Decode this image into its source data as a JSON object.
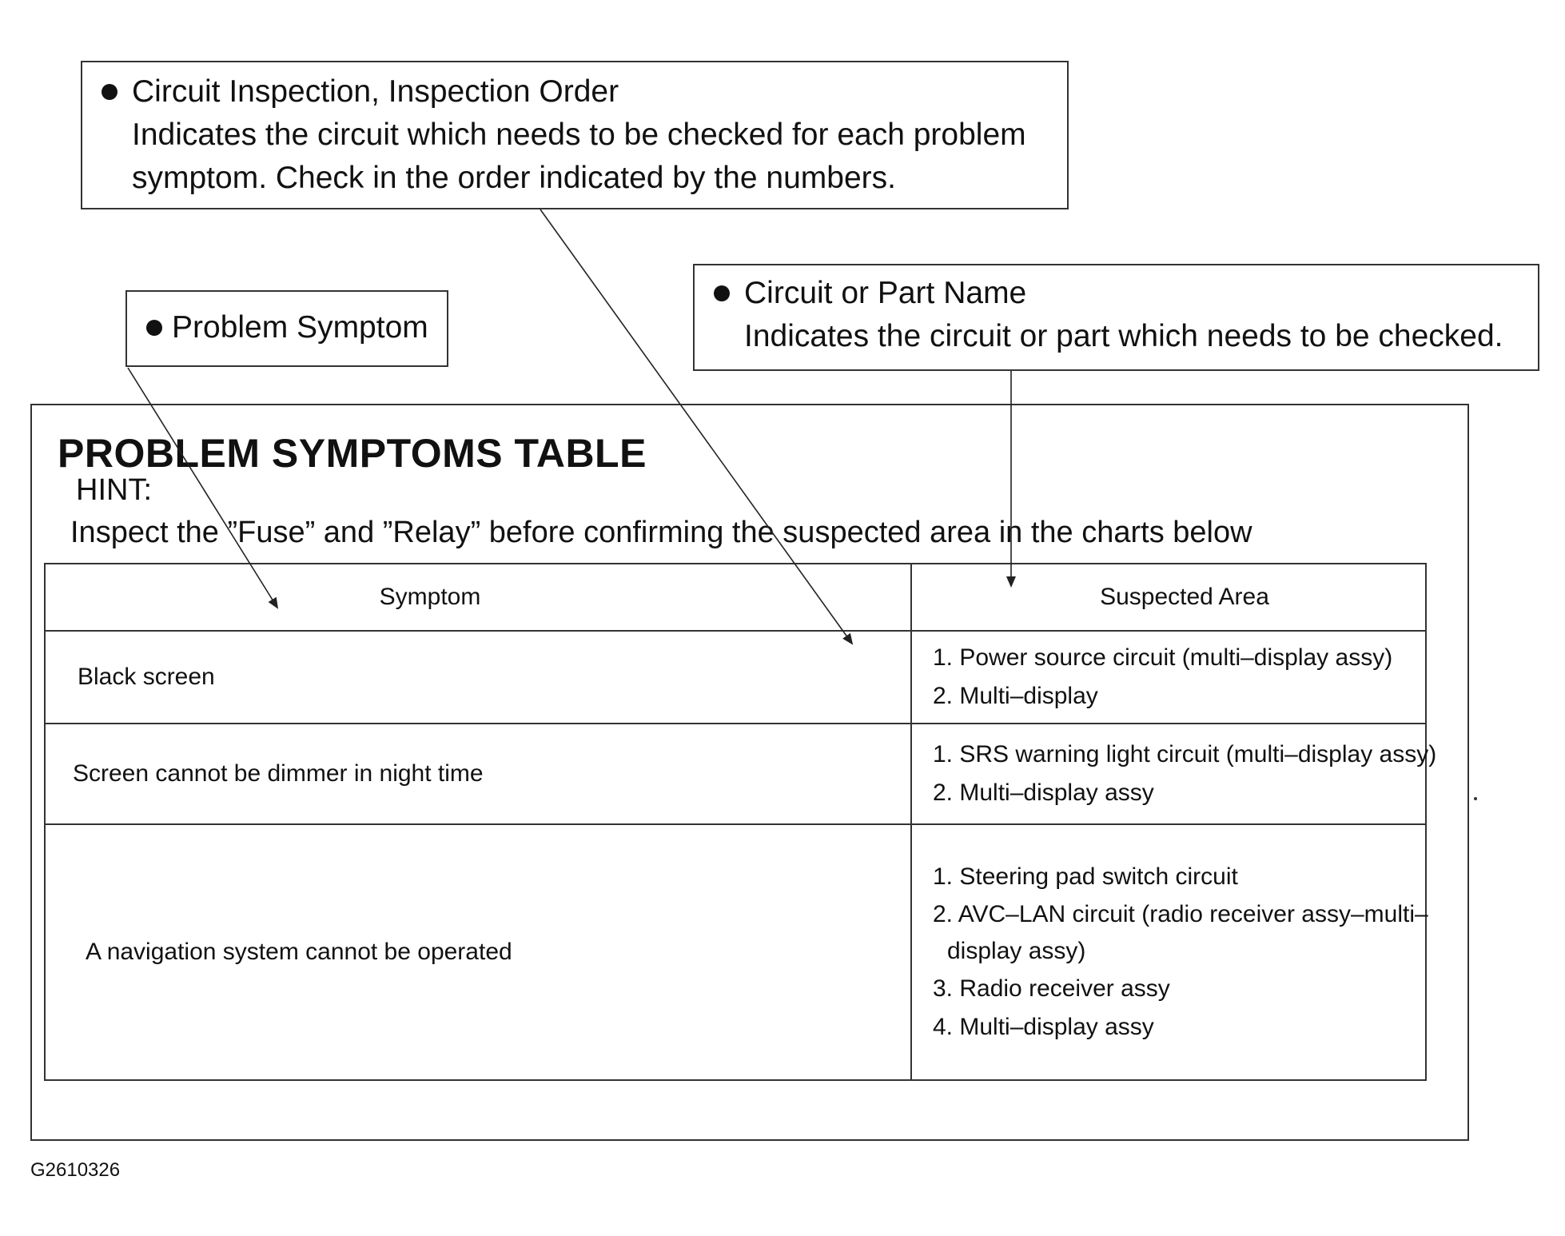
{
  "callouts": {
    "order": {
      "title": "Circuit Inspection, Inspection Order",
      "line1": "Indicates the circuit which needs to be checked for each problem",
      "line2": "symptom. Check in the order indicated by the numbers."
    },
    "symptom": {
      "title": "Problem Symptom"
    },
    "part": {
      "title": "Circuit or Part Name",
      "line1": "Indicates the circuit or part which needs to be checked."
    }
  },
  "table_section": {
    "title": "PROBLEM SYMPTOMS TABLE",
    "hint_label": "HINT:",
    "hint_text": "Inspect the ”Fuse” and ”Relay” before confirming the suspected area in the charts below",
    "headers": {
      "symptom": "Symptom",
      "area": "Suspected Area"
    },
    "rows": [
      {
        "symptom": "Black screen",
        "areas": [
          "1. Power source circuit (multi–display assy)",
          "2. Multi–display"
        ]
      },
      {
        "symptom": "Screen cannot be dimmer in night time",
        "areas": [
          "1. SRS warning light circuit (multi–display assy)",
          "2. Multi–display assy"
        ]
      },
      {
        "symptom": "A navigation system cannot be operated",
        "areas": [
          "1. Steering pad switch circuit",
          "2. AVC–LAN circuit (radio receiver assy–multi– display assy)",
          "3. Radio receiver assy",
          "4. Multi–display assy"
        ]
      }
    ]
  },
  "figure_id": "G2610326"
}
